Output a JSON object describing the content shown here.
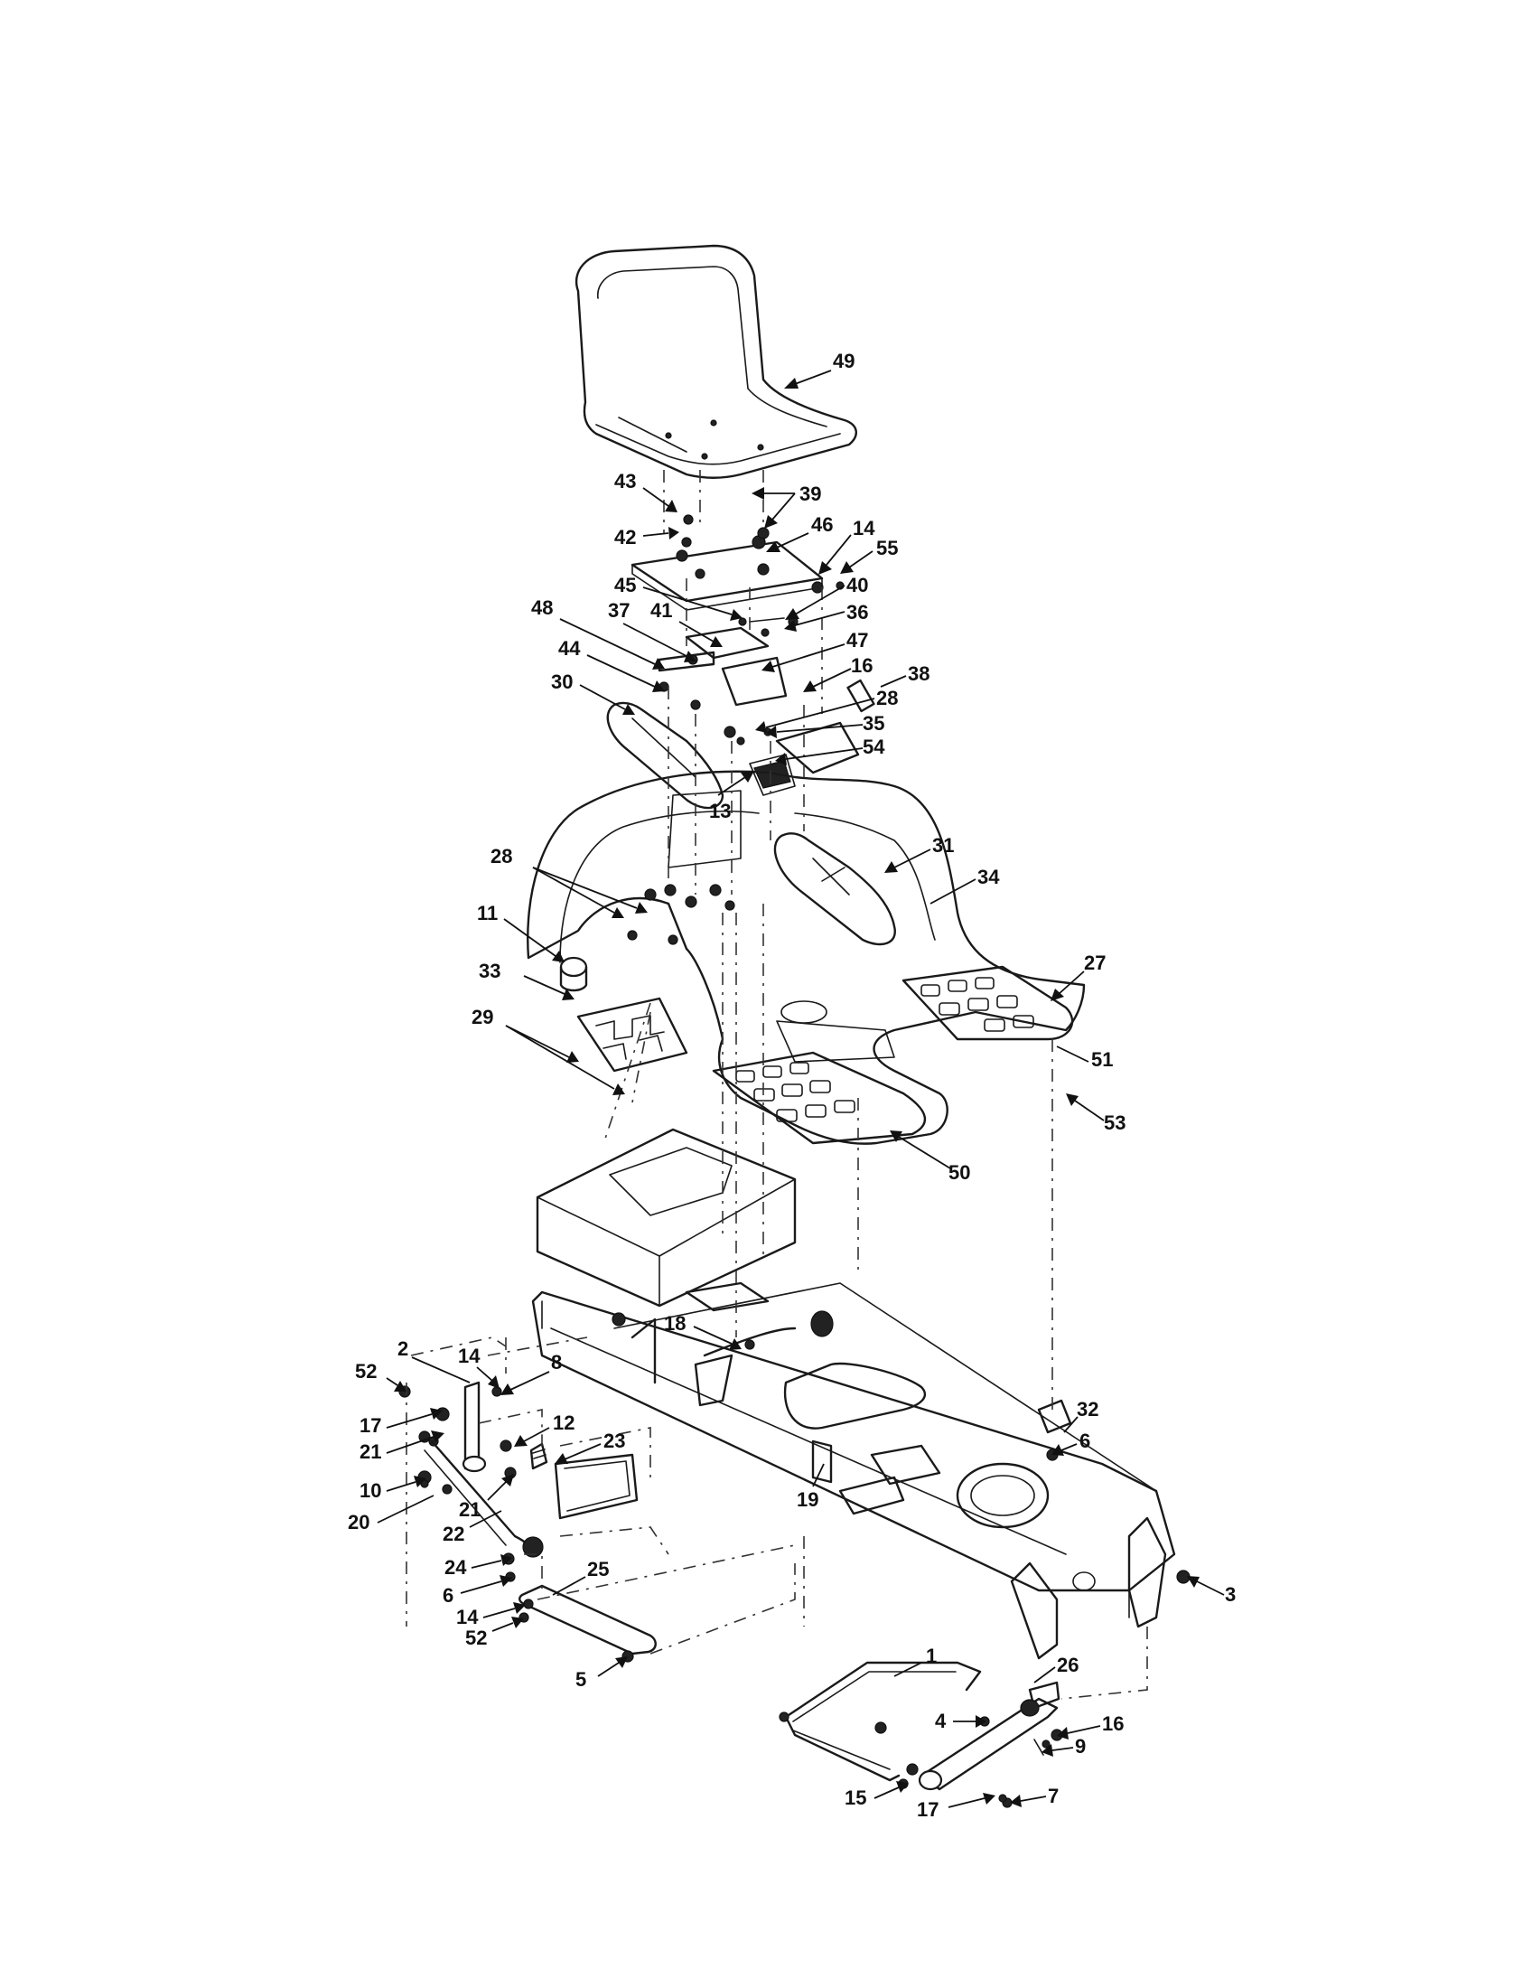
{
  "callouts": [
    {
      "id": "c49",
      "text": "49"
    },
    {
      "id": "c43",
      "text": "43"
    },
    {
      "id": "c39",
      "text": "39"
    },
    {
      "id": "c42",
      "text": "42"
    },
    {
      "id": "c46",
      "text": "46"
    },
    {
      "id": "c14a",
      "text": "14"
    },
    {
      "id": "c55",
      "text": "55"
    },
    {
      "id": "c45",
      "text": "45"
    },
    {
      "id": "c40",
      "text": "40"
    },
    {
      "id": "c48",
      "text": "48"
    },
    {
      "id": "c37",
      "text": "37"
    },
    {
      "id": "c41",
      "text": "41"
    },
    {
      "id": "c36",
      "text": "36"
    },
    {
      "id": "c47",
      "text": "47"
    },
    {
      "id": "c44",
      "text": "44"
    },
    {
      "id": "c16a",
      "text": "16"
    },
    {
      "id": "c38",
      "text": "38"
    },
    {
      "id": "c30",
      "text": "30"
    },
    {
      "id": "c28a",
      "text": "28"
    },
    {
      "id": "c35",
      "text": "35"
    },
    {
      "id": "c54",
      "text": "54"
    },
    {
      "id": "c13",
      "text": "13"
    },
    {
      "id": "c31",
      "text": "31"
    },
    {
      "id": "c34",
      "text": "34"
    },
    {
      "id": "c28b",
      "text": "28"
    },
    {
      "id": "c11",
      "text": "11"
    },
    {
      "id": "c33",
      "text": "33"
    },
    {
      "id": "c27",
      "text": "27"
    },
    {
      "id": "c29",
      "text": "29"
    },
    {
      "id": "c51",
      "text": "51"
    },
    {
      "id": "c53",
      "text": "53"
    },
    {
      "id": "c50",
      "text": "50"
    },
    {
      "id": "c18",
      "text": "18"
    },
    {
      "id": "c2",
      "text": "2"
    },
    {
      "id": "c14b",
      "text": "14"
    },
    {
      "id": "c52a",
      "text": "52"
    },
    {
      "id": "c8",
      "text": "8"
    },
    {
      "id": "c17a",
      "text": "17"
    },
    {
      "id": "c21a",
      "text": "21"
    },
    {
      "id": "c12",
      "text": "12"
    },
    {
      "id": "c23",
      "text": "23"
    },
    {
      "id": "c32",
      "text": "32"
    },
    {
      "id": "c6a",
      "text": "6"
    },
    {
      "id": "c10",
      "text": "10"
    },
    {
      "id": "c20",
      "text": "20"
    },
    {
      "id": "c21b",
      "text": "21"
    },
    {
      "id": "c19",
      "text": "19"
    },
    {
      "id": "c22",
      "text": "22"
    },
    {
      "id": "c24",
      "text": "24"
    },
    {
      "id": "c6b",
      "text": "6"
    },
    {
      "id": "c25",
      "text": "25"
    },
    {
      "id": "c3",
      "text": "3"
    },
    {
      "id": "c14c",
      "text": "14"
    },
    {
      "id": "c52b",
      "text": "52"
    },
    {
      "id": "c5",
      "text": "5"
    },
    {
      "id": "c1",
      "text": "1"
    },
    {
      "id": "c26",
      "text": "26"
    },
    {
      "id": "c4",
      "text": "4"
    },
    {
      "id": "c16b",
      "text": "16"
    },
    {
      "id": "c9",
      "text": "9"
    },
    {
      "id": "c15",
      "text": "15"
    },
    {
      "id": "c17b",
      "text": "17"
    },
    {
      "id": "c7",
      "text": "7"
    }
  ]
}
